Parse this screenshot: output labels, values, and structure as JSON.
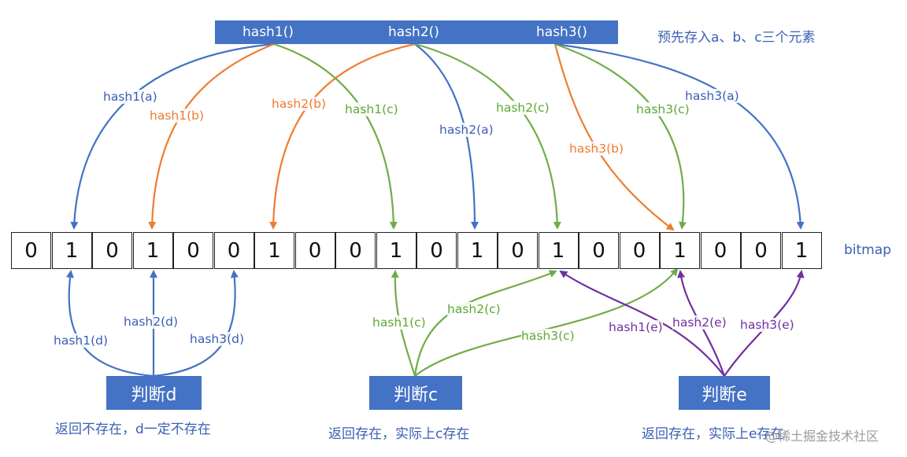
{
  "header": {
    "hash1": "hash1()",
    "hash2": "hash2()",
    "hash3": "hash3()",
    "note": "预先存入a、b、c三个元素"
  },
  "bitmap": {
    "label": "bitmap",
    "bits": [
      "0",
      "1",
      "0",
      "1",
      "0",
      "0",
      "1",
      "0",
      "0",
      "1",
      "0",
      "1",
      "0",
      "1",
      "0",
      "0",
      "1",
      "0",
      "0",
      "1"
    ]
  },
  "colors": {
    "a": "#4472c4",
    "b": "#ed7d31",
    "c": "#70ad47",
    "d": "#4472c4",
    "e": "#7030a0"
  },
  "insert_labels": {
    "a1": "hash1(a)",
    "a2": "hash2(a)",
    "a3": "hash3(a)",
    "b1": "hash1(b)",
    "b2": "hash2(b)",
    "b3": "hash3(b)",
    "c1": "hash1(c)",
    "c2": "hash2(c)",
    "c3": "hash3(c)"
  },
  "queries": {
    "d": {
      "button": "判断d",
      "caption": "返回不存在，d一定不存在",
      "l1": "hash1(d)",
      "l2": "hash2(d)",
      "l3": "hash3(d)"
    },
    "c": {
      "button": "判断c",
      "caption": "返回存在，实际上c存在",
      "l1": "hash1(c)",
      "l2": "hash2(c)",
      "l3": "hash3(c)"
    },
    "e": {
      "button": "判断e",
      "caption": "返回存在，实际上e存在",
      "l1": "hash1(e)",
      "l2": "hash2(e)",
      "l3": "hash3(e)"
    }
  },
  "watermark": "@稀土掘金技术社区"
}
